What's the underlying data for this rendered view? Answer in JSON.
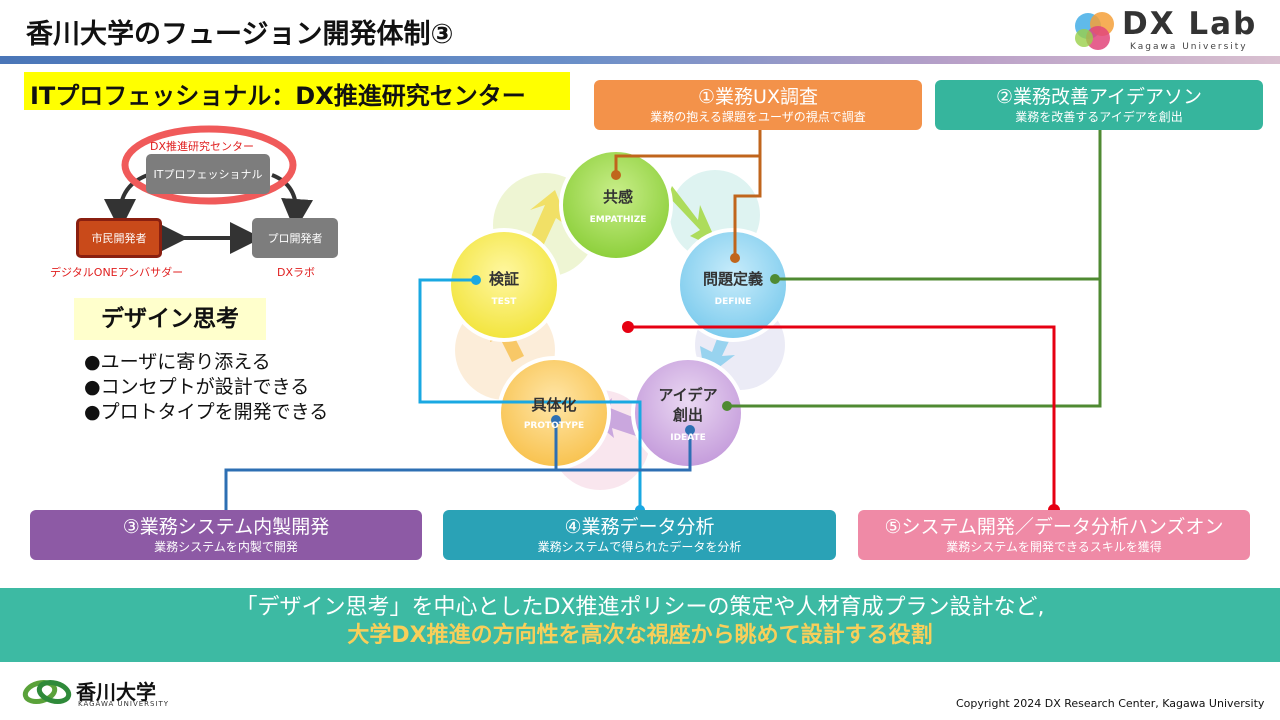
{
  "title": "香川大学のフュージョン開発体制③",
  "logo": {
    "text": "DX Lab",
    "sub": "Kagawa University"
  },
  "it_banner": "ITプロフェッショナル：DX推進研究センター",
  "org": {
    "dx_center_label": "DX推進研究センター",
    "it_pro": "ITプロフェッショナル",
    "citizen_dev": "市民開発者",
    "pro_dev": "プロ開発者",
    "ambassador_label": "デジタルONEアンバサダー",
    "dx_lab_label": "DXラボ"
  },
  "design_thinking": {
    "title": "デザイン思考",
    "bullets": [
      "●ユーザに寄り添える",
      "●コンセプトが設計できる",
      "●プロトタイプを開発できる"
    ]
  },
  "cycle": {
    "empathize": {
      "ja": "共感",
      "en": "EMPATHIZE"
    },
    "define": {
      "ja": "問題定義",
      "en": "DEFINE"
    },
    "ideate": {
      "ja1": "アイデア",
      "ja2": "創出",
      "en": "IDEATE"
    },
    "prototype": {
      "ja": "具体化",
      "en": "PROTOTYPE"
    },
    "test": {
      "ja": "検証",
      "en": "TEST"
    }
  },
  "tasks": {
    "t1": {
      "title": "①業務UX調査",
      "sub": "業務の抱える課題をユーザの視点で調査"
    },
    "t2": {
      "title": "②業務改善アイデアソン",
      "sub": "業務を改善するアイデアを創出"
    },
    "t3": {
      "title": "③業務システム内製開発",
      "sub": "業務システムを内製で開発"
    },
    "t4": {
      "title": "④業務データ分析",
      "sub": "業務システムで得られたデータを分析"
    },
    "t5": {
      "title": "⑤システム開発／データ分析ハンズオン",
      "sub": "業務システムを開発できるスキルを獲得"
    }
  },
  "bottom": {
    "line1": "「デザイン思考」を中心としたDX推進ポリシーの策定や人材育成プラン設計など,",
    "line2": "大学DX推進の方向性を高次な視座から眺めて設計する役割"
  },
  "footer": {
    "university": "香川大学",
    "university_en": "KAGAWA UNIVERSITY",
    "copyright": "Copyright 2024 DX Research Center, Kagawa University"
  },
  "colors": {
    "orange": "#f3924a",
    "teal": "#36b59d",
    "purple": "#8d5aa5",
    "cyan": "#2aa2b6",
    "pink": "#ef8aa6",
    "red_line": "#e60012",
    "green_line": "#4f8a32",
    "blue_line": "#2d6fb3",
    "brown_line": "#c0651c",
    "sky_line": "#1aa8e2"
  }
}
